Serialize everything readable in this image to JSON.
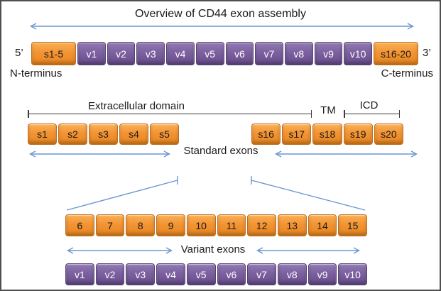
{
  "title": "Overview of CD44 exon assembly",
  "colors": {
    "orange": "#EE8D2B",
    "purple": "#7C60A0",
    "arrow_blue": "#6D96D2",
    "bracket_black": "#3B3B3B",
    "frame_border": "#4F4F4F"
  },
  "top_row": {
    "five_prime": "5’",
    "three_prime": "3’",
    "n_terminus": "N-terminus",
    "c_terminus": "C-terminus",
    "left_cap": "s1-5",
    "variants": [
      "v1",
      "v2",
      "v3",
      "v4",
      "v5",
      "v6",
      "v7",
      "v8",
      "v9",
      "v10"
    ],
    "right_cap": "s16-20"
  },
  "domains": {
    "extracellular": "Extracellular domain",
    "tm": "TM",
    "icd": "ICD"
  },
  "standard": {
    "label": "Standard exons",
    "left": [
      "s1",
      "s2",
      "s3",
      "s4",
      "s5"
    ],
    "right": [
      "s16",
      "s17",
      "s18",
      "s19",
      "s20"
    ]
  },
  "variant": {
    "label": "Variant exons",
    "numbers": [
      "6",
      "7",
      "8",
      "9",
      "10",
      "11",
      "12",
      "13",
      "14",
      "15"
    ],
    "v": [
      "v1",
      "v2",
      "v3",
      "v4",
      "v5",
      "v6",
      "v7",
      "v8",
      "v9",
      "v10"
    ]
  }
}
